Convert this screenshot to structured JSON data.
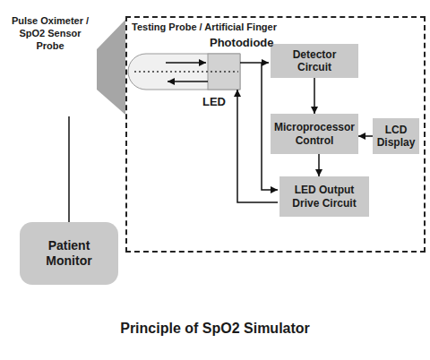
{
  "diagram": {
    "caption": "Principle of SpO2 Simulator",
    "nodes": [
      {
        "text": [
          "Pulse Oximeter / SpO2 Sensor Probe"
        ]
      },
      {
        "text": [
          "Testing Probe / Artificial Finger"
        ]
      },
      {
        "text": [
          "Detector Circuit"
        ],
        "in": 1
      },
      {
        "text": [
          "Microprocessor Control"
        ],
        "in": 1
      },
      {
        "text": [
          "LCD Display"
        ],
        "in": 1
      },
      {
        "text": [
          "LED Output Drive Circuit"
        ],
        "in": 1
      },
      {
        "text": [
          "Patient Monitor"
        ]
      }
    ],
    "edges": [
      {
        "from": 2,
        "to": 3,
        "arrow": "to"
      },
      {
        "from": 4,
        "to": 3,
        "arrow": "to"
      },
      {
        "from": 3,
        "to": 5,
        "arrow": "to"
      },
      {
        "from": 0,
        "to": 6,
        "arrow": "none"
      }
    ],
    "labels": [
      "Photodiode",
      "LED"
    ]
  }
}
